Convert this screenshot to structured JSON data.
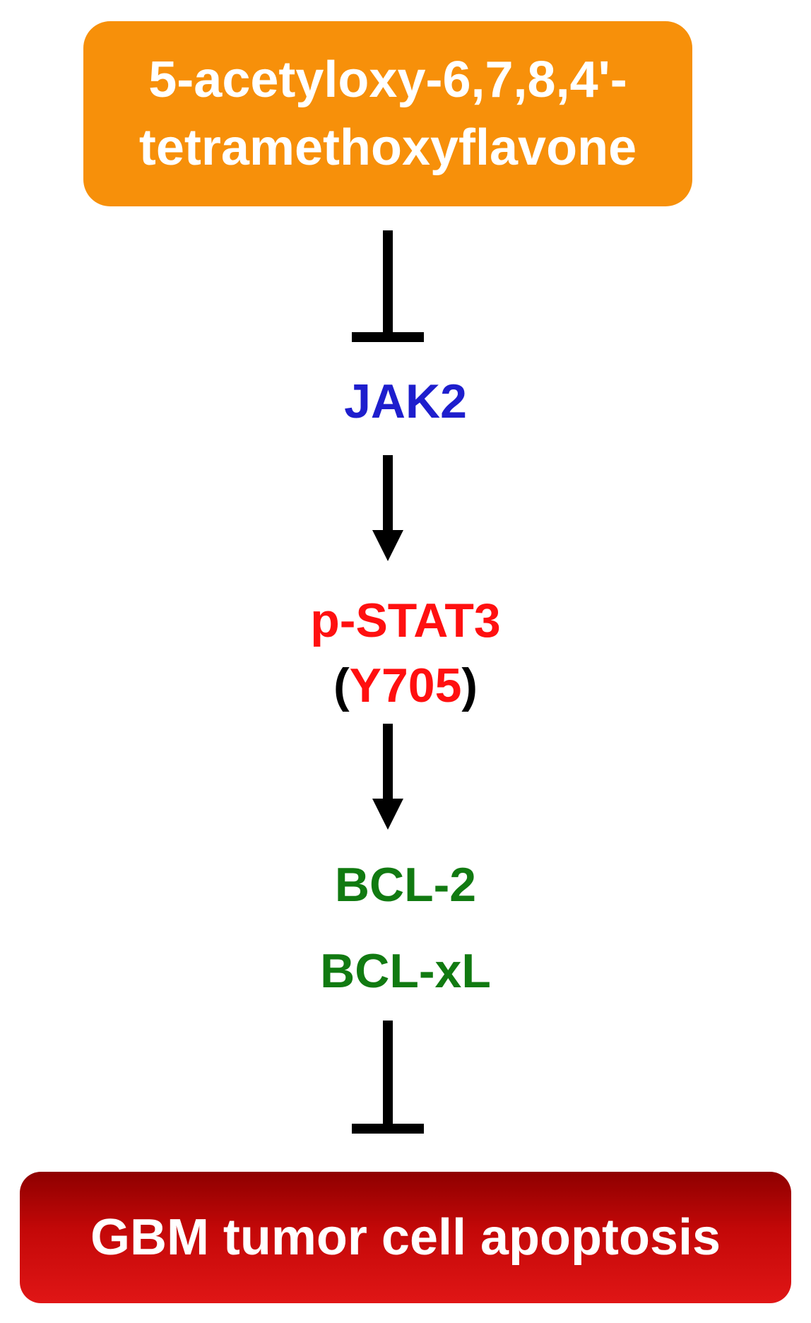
{
  "top_box": {
    "line1": "5-acetyloxy-6,7,8,4'-",
    "line2": "tetramethoxyflavone",
    "color": "#f7900a"
  },
  "nodes": {
    "jak2": {
      "label": "JAK2",
      "color": "#1e1ecd"
    },
    "pstat3": {
      "label": "p-STAT3",
      "color": "#ff1010"
    },
    "y705": {
      "open": "(",
      "label": "Y705",
      "close": ")"
    },
    "bcl2": {
      "label": "BCL-2",
      "color": "#117a11"
    },
    "bclxl": {
      "label": "BCL-xL",
      "color": "#117a11"
    }
  },
  "bottom_box": {
    "label": "GBM tumor cell apoptosis",
    "color": "#c40808"
  },
  "edges": [
    {
      "from": "top_box",
      "to": "jak2",
      "type": "inhibition"
    },
    {
      "from": "jak2",
      "to": "pstat3",
      "type": "activation"
    },
    {
      "from": "pstat3",
      "to": "bcl2",
      "type": "activation"
    },
    {
      "from": "bclxl",
      "to": "bottom_box",
      "type": "inhibition"
    }
  ]
}
